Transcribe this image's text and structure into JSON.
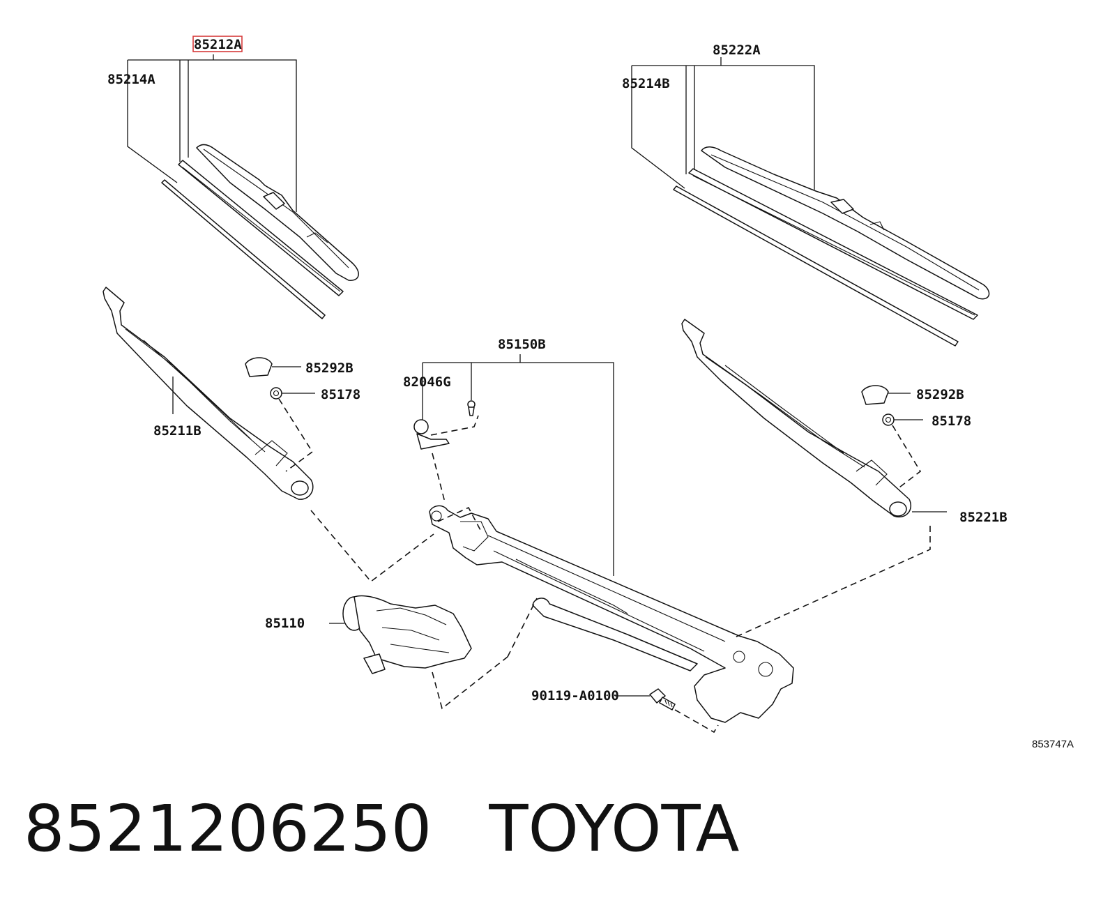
{
  "diagram": {
    "labels": {
      "blade_left": "85212A",
      "rubber_left": "85214A",
      "blade_right": "85222A",
      "rubber_right": "85214B",
      "arm_left": "85211B",
      "cap_left": "85292B",
      "nut_left": "85178",
      "link_assy": "85150B",
      "clip": "82046G",
      "cap_right": "85292B",
      "nut_right": "85178",
      "arm_right": "85221B",
      "motor": "85110",
      "bolt": "90119-A0100",
      "drawing_ref": "853747A"
    },
    "highlighted": "85212A",
    "highlight_color": "#d63a3a"
  },
  "caption": {
    "part_number": "8521206250",
    "brand": "TOYOTA"
  }
}
